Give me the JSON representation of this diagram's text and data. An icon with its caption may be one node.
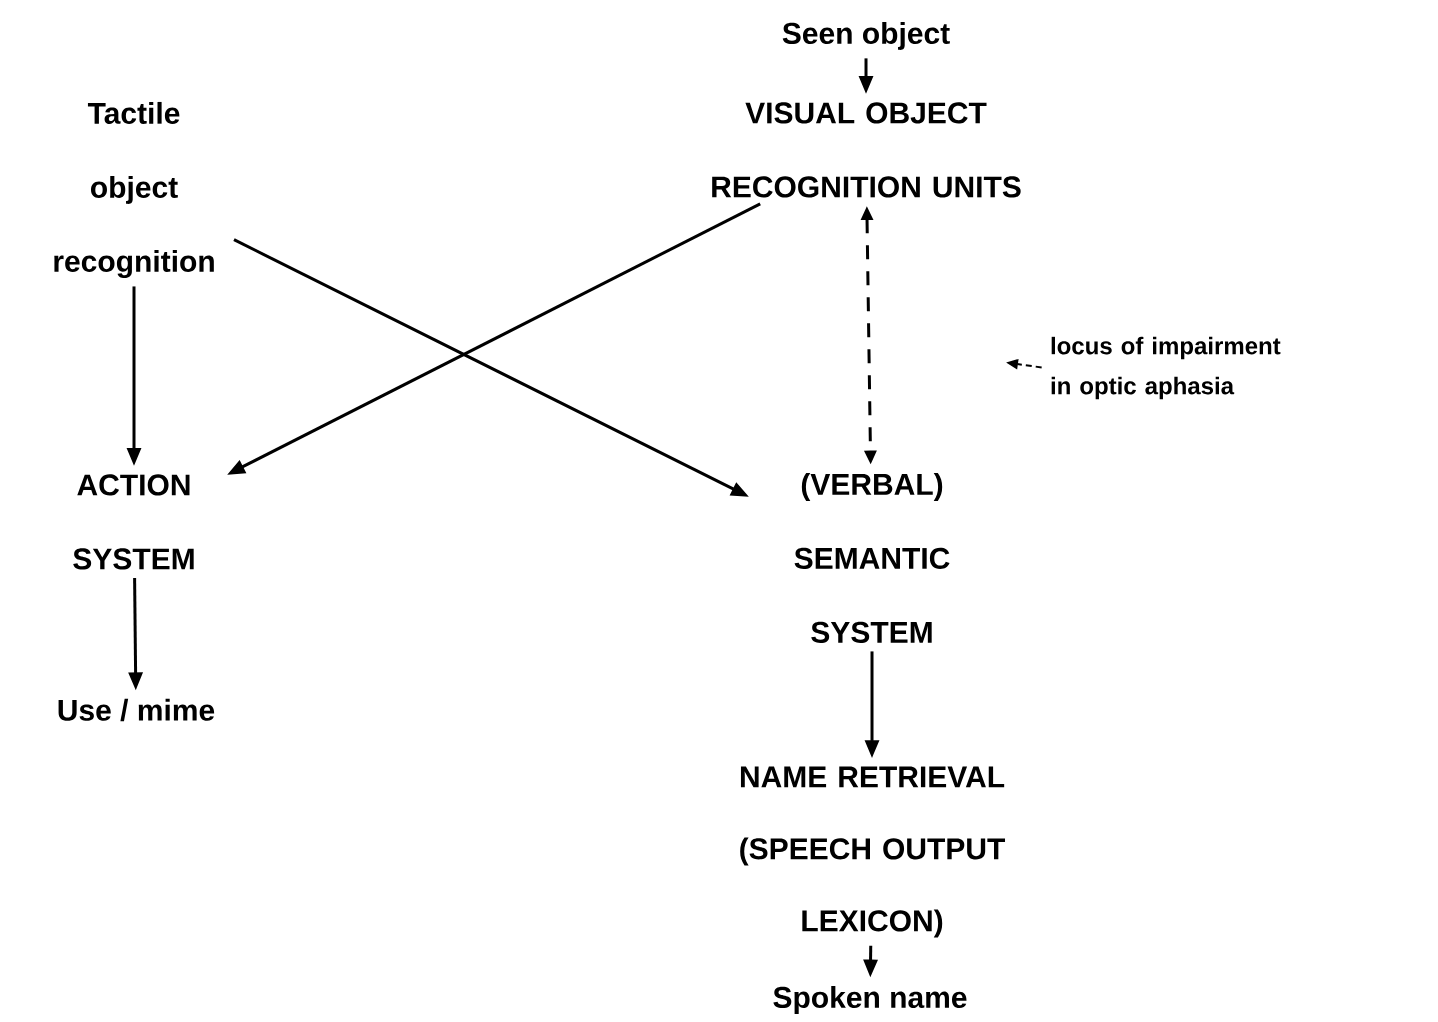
{
  "diagram": {
    "nodes": [
      {
        "text": [
          "Seen object"
        ]
      },
      {
        "text": [
          "VISUAL OBJECT RECOGNITION UNITS"
        ]
      },
      {
        "text": [
          "Tactile object recognition"
        ]
      },
      {
        "text": [
          "ACTION SYSTEM"
        ]
      },
      {
        "text": [
          "(VERBAL) SEMANTIC SYSTEM"
        ]
      },
      {
        "text": [
          "NAME RETRIEVAL (SPEECH OUTPUT LEXICON)"
        ]
      },
      {
        "text": [
          "Use / mime"
        ]
      },
      {
        "text": [
          "Spoken name"
        ]
      },
      {
        "text": [
          "locus of impairment in optic aphasia"
        ]
      }
    ],
    "edges": [
      {
        "from": 0,
        "to": 1,
        "arrow": "to"
      },
      {
        "from": 2,
        "to": 3,
        "arrow": "to"
      },
      {
        "from": 1,
        "to": 3,
        "arrow": "to"
      },
      {
        "from": 2,
        "to": 4,
        "arrow": "to"
      },
      {
        "from": 1,
        "to": 4,
        "arrow": "both",
        "style": "dashed"
      },
      {
        "from": 8,
        "to": null,
        "arrow": "to",
        "style": "dashed"
      },
      {
        "from": 3,
        "to": 6,
        "arrow": "to"
      },
      {
        "from": 4,
        "to": 5,
        "arrow": "to"
      },
      {
        "from": 5,
        "to": 7,
        "arrow": "to"
      }
    ]
  }
}
